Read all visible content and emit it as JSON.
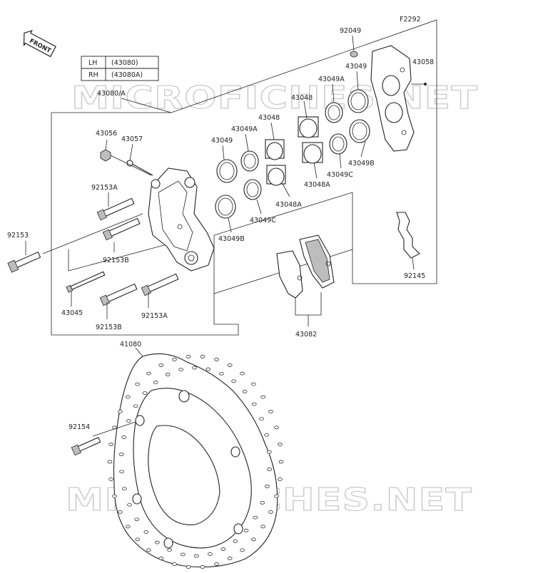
{
  "figure_id": "F2292",
  "watermark_text": "MICROFICHES.NET",
  "front_label": "FRONT",
  "variant_table": [
    {
      "side": "LH",
      "part": "(43080)"
    },
    {
      "side": "RH",
      "part": "(43080A)"
    }
  ],
  "labels": {
    "caliper_assy": "43080/A",
    "p43056": "43056",
    "p43057": "43057",
    "p92153A_top": "92153A",
    "p92153": "92153",
    "p92153B_mid": "92153B",
    "p43045": "43045",
    "p92153B_bot": "92153B",
    "p92153A_bot": "92153A",
    "p43049_left": "43049",
    "p43049B_left": "43049B",
    "p43049A_left": "43049A",
    "p43048_left": "43048",
    "p43049C_left": "43049C",
    "p43048A_left": "43048A",
    "p92049": "92049",
    "p43049_right": "43049",
    "p43049A_right": "43049A",
    "p43048_right": "43048",
    "p43058": "43058",
    "p43049B_right": "43049B",
    "p43049C_right": "43049C",
    "p43048A_right": "43048A",
    "p92145": "92145",
    "p43082": "43082",
    "p41080": "41080",
    "p92154": "92154"
  }
}
